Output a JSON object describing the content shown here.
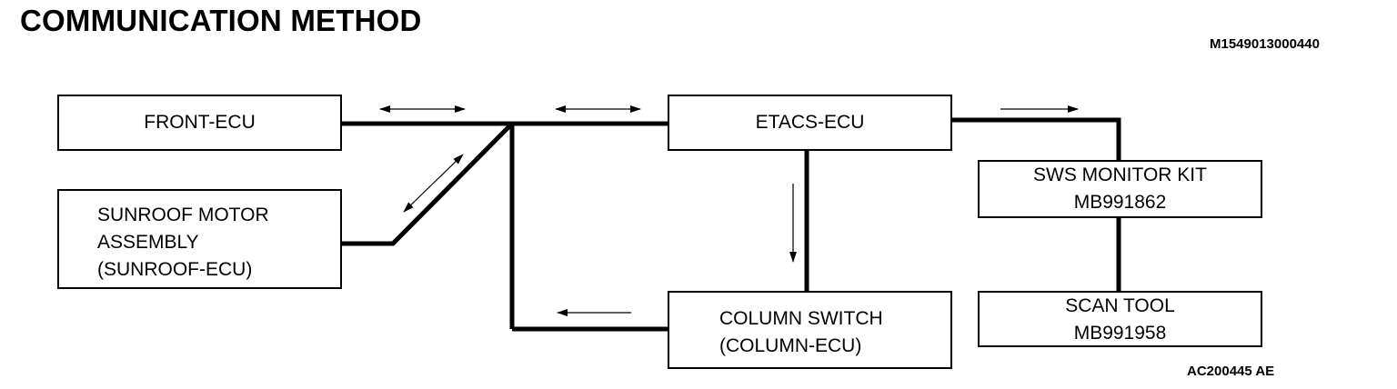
{
  "title": "COMMUNICATION METHOD",
  "figure_code": "M1549013000440",
  "figure_id": "AC200445 AE",
  "boxes": {
    "front_ecu": {
      "lines": [
        "FRONT-ECU"
      ]
    },
    "sunroof": {
      "lines": [
        "SUNROOF MOTOR",
        "ASSEMBLY",
        "(SUNROOF-ECU)"
      ]
    },
    "etacs": {
      "lines": [
        "ETACS-ECU"
      ]
    },
    "column": {
      "lines": [
        "COLUMN SWITCH",
        "(COLUMN-ECU)"
      ]
    },
    "sws": {
      "lines": [
        "SWS MONITOR KIT",
        "MB991862"
      ]
    },
    "scan": {
      "lines": [
        "SCAN TOOL",
        "MB991958"
      ]
    }
  }
}
